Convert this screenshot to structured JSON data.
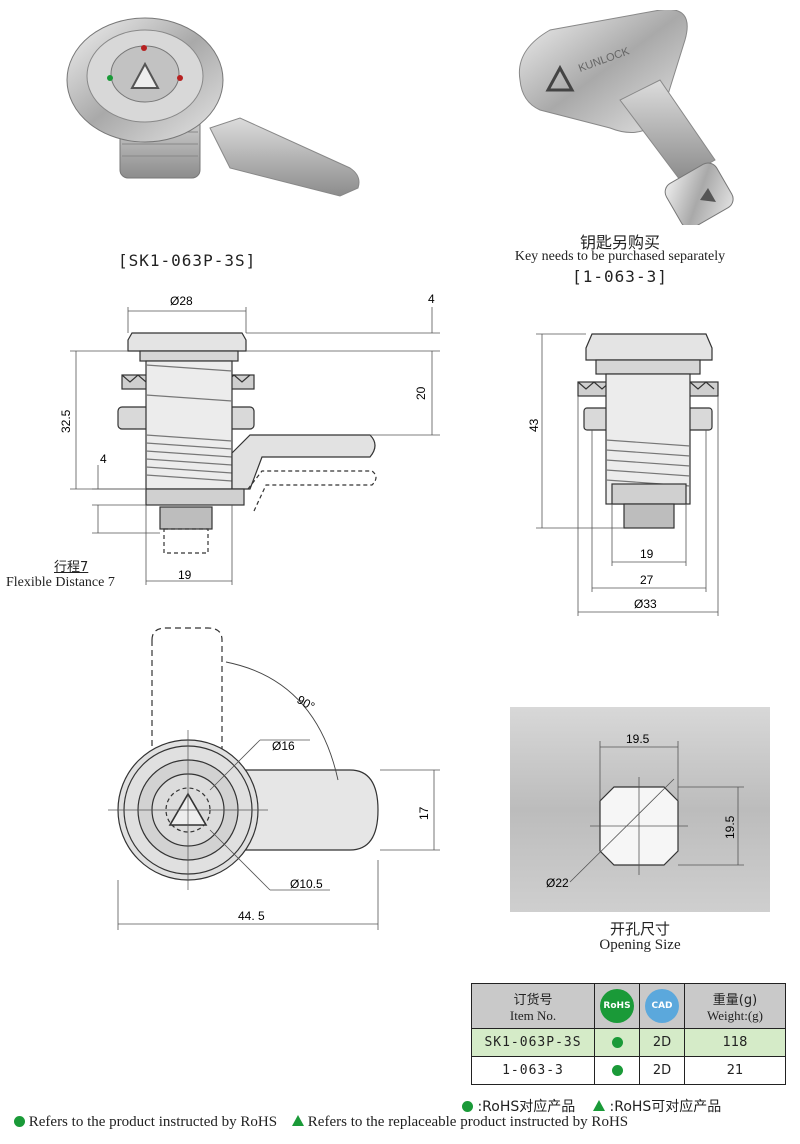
{
  "product": {
    "label": "[SK1-063P-3S]"
  },
  "key": {
    "title_zh": "钥匙另购买",
    "title_en": "Key needs to be purchased separately",
    "code": "[1-063-3]",
    "brand": "KUNLOCK"
  },
  "side_view": {
    "dim_top_width": "Ø28",
    "dim_top_offset": "4",
    "dim_height": "32.5",
    "dim_cam": "20",
    "dim_small": "4",
    "dim_bottom": "19",
    "travel_zh": "行程7",
    "travel_en": "Flexible Distance 7"
  },
  "front_view": {
    "dim_height": "43",
    "dim_19": "19",
    "dim_27": "27",
    "dim_33": "Ø33"
  },
  "top_view": {
    "dim_angle": "90°",
    "dim_d16": "Ø16",
    "dim_d105": "Ø10.5",
    "dim_17": "17",
    "dim_445": "44. 5"
  },
  "opening": {
    "dim_w": "19.5",
    "dim_h": "19.5",
    "dim_d": "Ø22",
    "title_zh": "开孔尺寸",
    "title_en": "Opening Size"
  },
  "table": {
    "headers": {
      "item_zh": "订货号",
      "item_en": "Item No.",
      "rohs": "RoHS",
      "cad": "CAD",
      "weight_zh": "重量(g)",
      "weight_en": "Weight:(g)"
    },
    "rows": [
      {
        "item": "SK1-063P-3S",
        "cad": "2D",
        "weight": "118"
      },
      {
        "item": "1-063-3",
        "cad": "2D",
        "weight": "21"
      }
    ]
  },
  "legend": {
    "dot_zh": ":RoHS对应产品",
    "tri_zh": ":RoHS可对应产品",
    "dot_en": "Refers to the product instructed by RoHS",
    "tri_en": "Refers to the replaceable product instructed by RoHS"
  },
  "colors": {
    "rohs_green": "#1a9a38",
    "cad_blue": "#5ba8dc",
    "row_highlight": "#d5ebc8",
    "header_gray": "#c9c9c9"
  }
}
